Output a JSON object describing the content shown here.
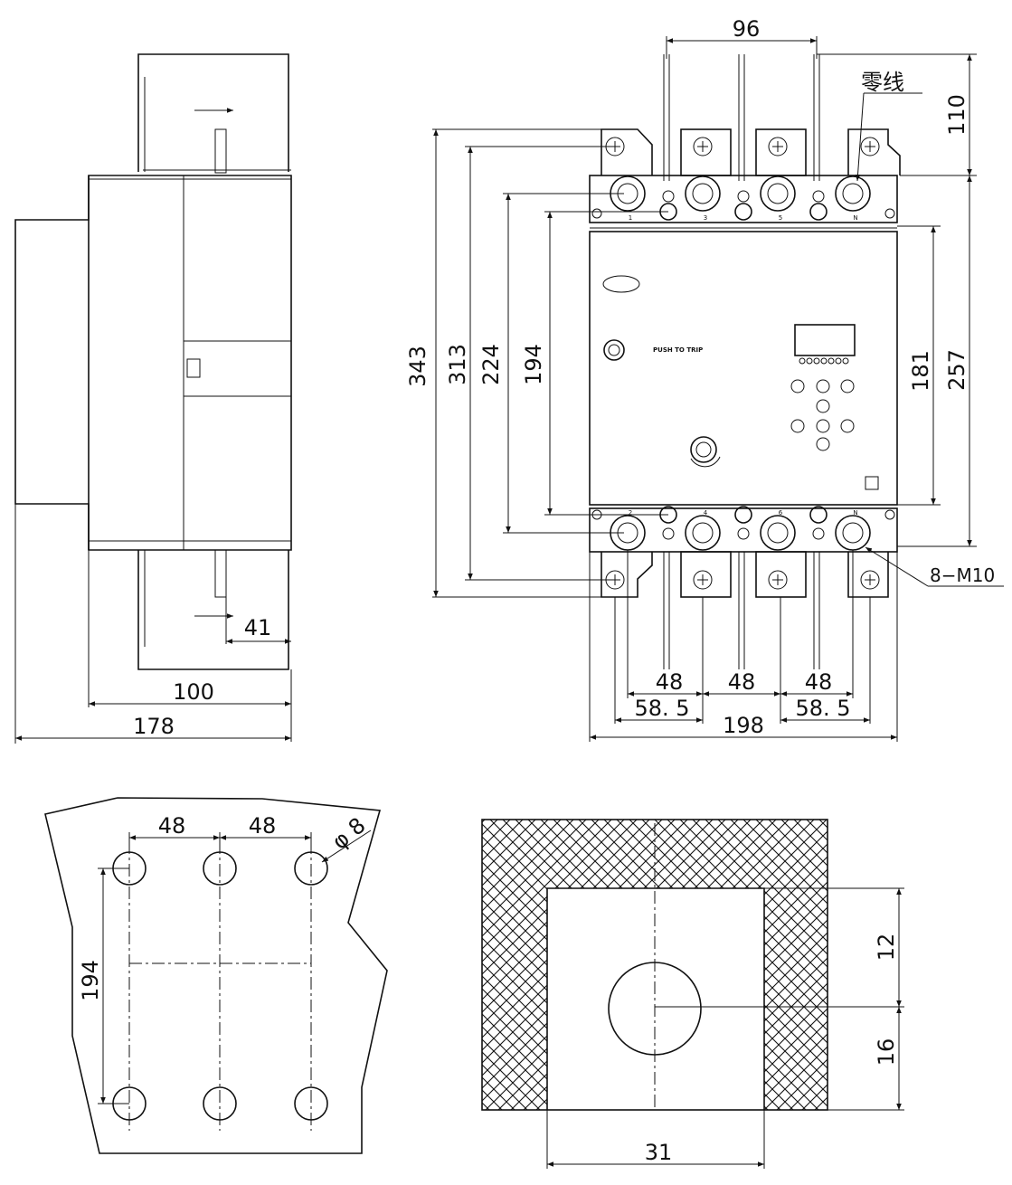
{
  "side_view": {
    "dim_41": "41",
    "dim_100": "100",
    "dim_178": "178"
  },
  "front_view": {
    "dim_96": "96",
    "dim_110": "110",
    "neutral_label": "零线",
    "dim_343": "343",
    "dim_313": "313",
    "dim_224": "224",
    "dim_194": "194",
    "dim_181": "181",
    "dim_257": "257",
    "push_to_trip": "PUSH TO TRIP",
    "terminal_top": [
      "1",
      "3",
      "5",
      "N"
    ],
    "terminal_bottom": [
      "2",
      "4",
      "6",
      "N"
    ],
    "bolt_spec": "8−M10",
    "dim_48_a": "48",
    "dim_48_b": "48",
    "dim_48_c": "48",
    "dim_58_5_a": "58. 5",
    "dim_58_5_b": "58. 5",
    "dim_198": "198"
  },
  "hole_pattern": {
    "dim_48_a": "48",
    "dim_48_b": "48",
    "dim_phi8": "φ 8",
    "dim_194": "194"
  },
  "cutout": {
    "dim_12": "12",
    "dim_16": "16",
    "dim_31": "31"
  }
}
